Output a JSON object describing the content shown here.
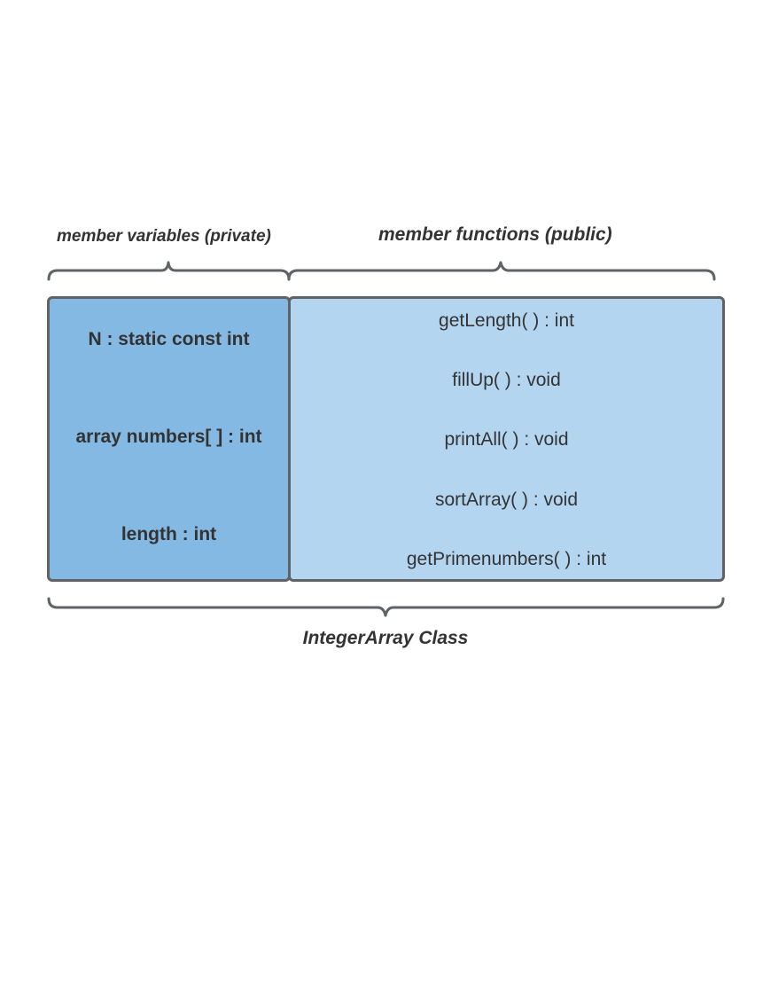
{
  "labels": {
    "member_variables": "member variables (private)",
    "member_functions": "member functions (public)",
    "class_name": "IntegerArray Class"
  },
  "member_variables": [
    "N : static const int",
    "array numbers[ ] : int",
    "length : int"
  ],
  "member_functions": [
    "getLength( ) : int",
    "fillUp( ) : void",
    "printAll( ) : void",
    "sortArray( ) : void",
    "getPrimenumbers( ) : int"
  ],
  "colors": {
    "variables_fill": "#83b9e3",
    "functions_fill": "#b3d5f0",
    "border": "#5f6266",
    "text": "#333333"
  }
}
